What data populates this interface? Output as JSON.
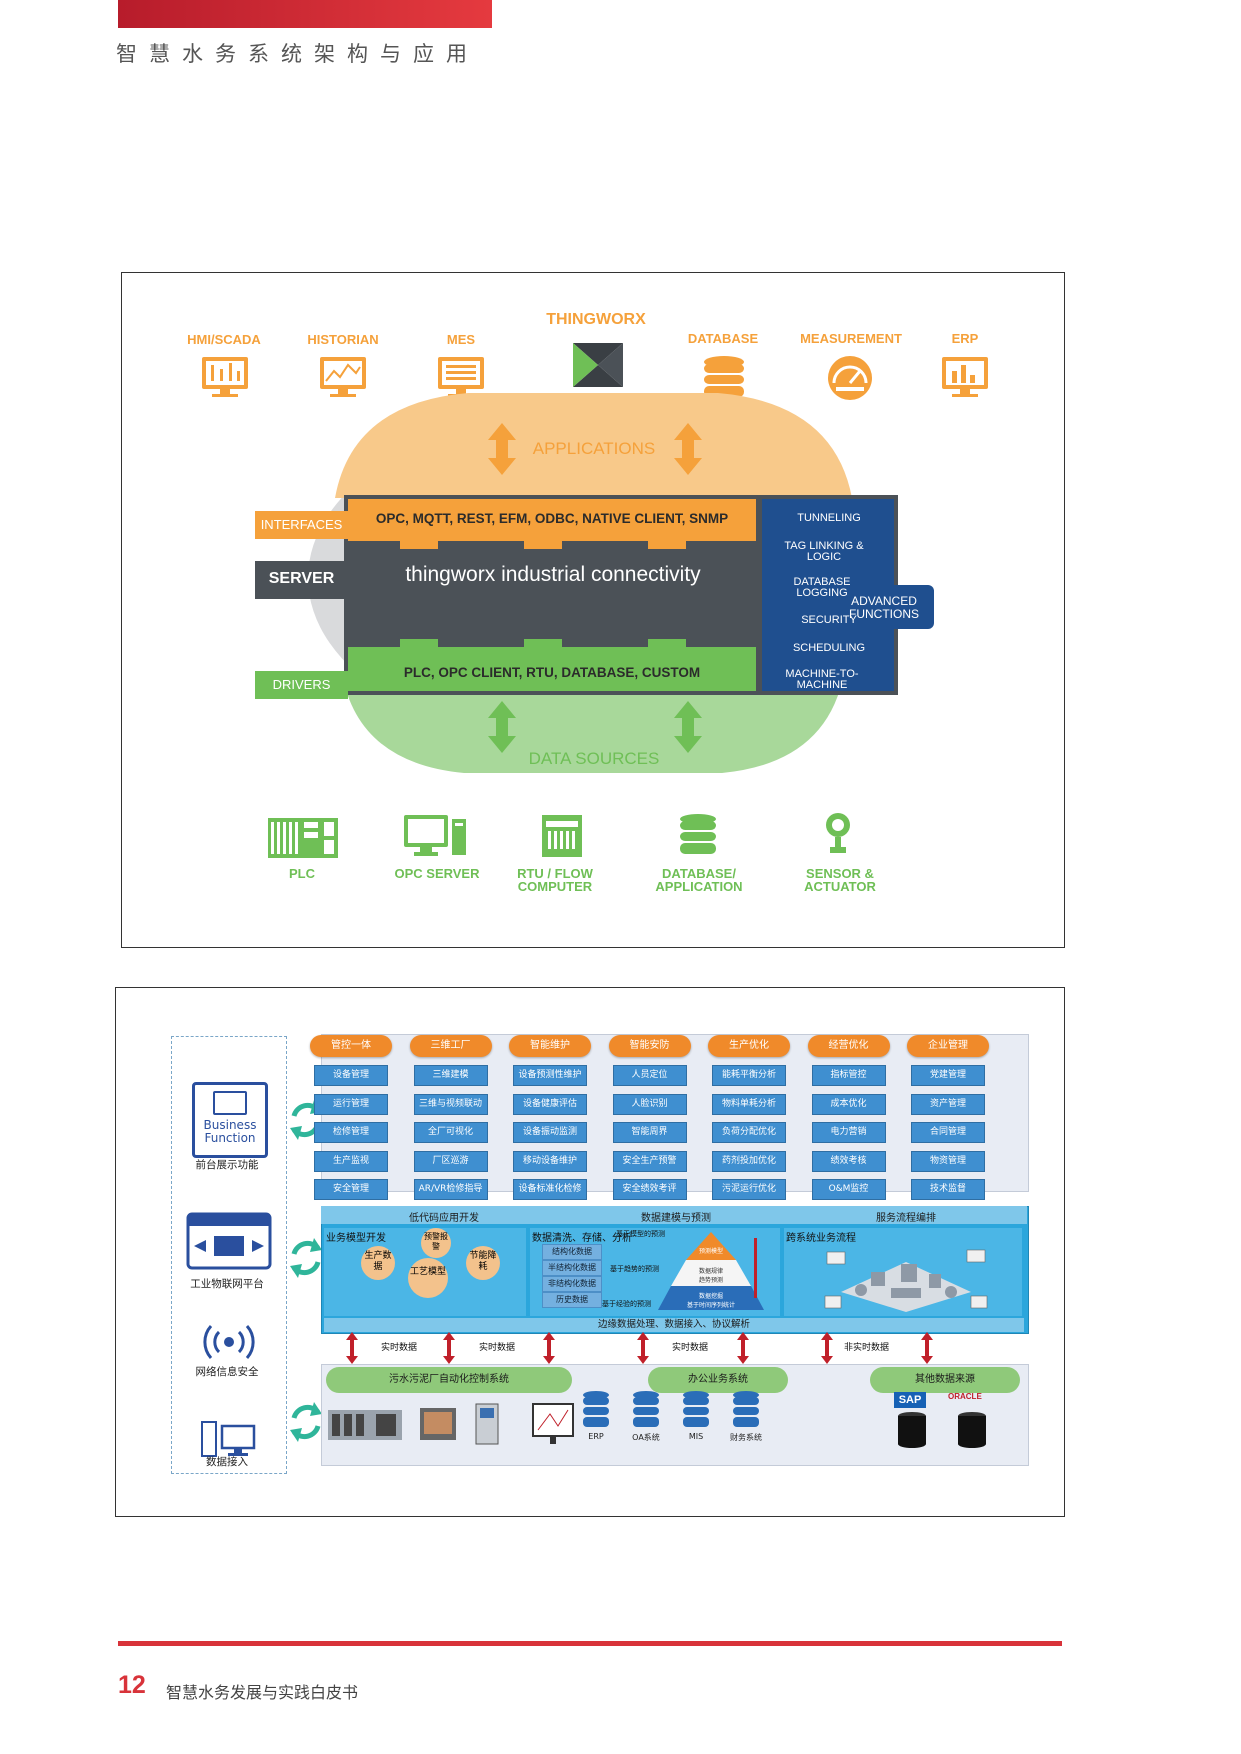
{
  "header": {
    "title": "智慧水务系统架构与应用"
  },
  "figure1": {
    "top_items": [
      {
        "label": "HMI/SCADA",
        "icon": "hmi-scada-icon"
      },
      {
        "label": "HISTORIAN",
        "icon": "historian-icon"
      },
      {
        "label": "MES",
        "icon": "mes-icon"
      },
      {
        "label": "THINGWORX",
        "icon": "thingworx-logo"
      },
      {
        "label": "DATABASE",
        "icon": "database-icon"
      },
      {
        "label": "MEASUREMENT",
        "icon": "measurement-icon"
      },
      {
        "label": "ERP",
        "icon": "erp-icon"
      }
    ],
    "applications": "APPLICATIONS",
    "interfaces_tag": "INTERFACES",
    "interfaces_text": "OPC, MQTT, REST, EFM, ODBC, NATIVE CLIENT, SNMP",
    "server_tag": "SERVER",
    "server_brand": "thingworx",
    "server_text": "industrial connectivity",
    "drivers_tag": "DRIVERS",
    "drivers_text": "PLC, OPC CLIENT, RTU, DATABASE, CUSTOM",
    "advanced_items": [
      "TUNNELING",
      "TAG LINKING & LOGIC",
      "DATABASE LOGGING",
      "SECURITY",
      "SCHEDULING",
      "MACHINE-TO-MACHINE"
    ],
    "advanced_tag": "ADVANCED FUNCTIONS",
    "data_sources": "DATA SOURCES",
    "bottom_items": [
      {
        "label": "PLC",
        "icon": "plc-icon"
      },
      {
        "label": "OPC SERVER",
        "icon": "opc-server-icon"
      },
      {
        "label": "RTU / FLOW COMPUTER",
        "icon": "rtu-icon"
      },
      {
        "label": "DATABASE/ APPLICATION",
        "icon": "database-app-icon"
      },
      {
        "label": "SENSOR & ACTUATOR",
        "icon": "sensor-icon"
      }
    ],
    "colors": {
      "orange": "#f5a13b",
      "gray": "#4b5157",
      "green": "#6fbf56",
      "blue": "#1f4f8f"
    }
  },
  "figure2": {
    "left_items": [
      {
        "label": "前台展示功能",
        "badge1": "Business",
        "badge2": "Function"
      },
      {
        "label": "工业物联网平台"
      },
      {
        "label": "网络信息安全"
      },
      {
        "label": "数据接入"
      }
    ],
    "columns": [
      {
        "title": "管控一体",
        "cells": [
          "设备管理",
          "运行管理",
          "检修管理",
          "生产监视",
          "安全管理"
        ]
      },
      {
        "title": "三维工厂",
        "cells": [
          "三维建模",
          "三维与视频联动",
          "全厂可视化",
          "厂区巡游",
          "AR/VR检修指导"
        ]
      },
      {
        "title": "智能维护",
        "cells": [
          "设备预测性维护",
          "设备健康评估",
          "设备振动监测",
          "移动设备维护",
          "设备标准化检修"
        ]
      },
      {
        "title": "智能安防",
        "cells": [
          "人员定位",
          "人脸识别",
          "智能周界",
          "安全生产预警",
          "安全绩效考评"
        ]
      },
      {
        "title": "生产优化",
        "cells": [
          "能耗平衡分析",
          "物料单耗分析",
          "负荷分配优化",
          "药剂投加优化",
          "污泥运行优化"
        ]
      },
      {
        "title": "经营优化",
        "cells": [
          "指标管控",
          "成本优化",
          "电力营销",
          "绩效考核",
          "O&M监控"
        ]
      },
      {
        "title": "企业管理",
        "cells": [
          "党建管理",
          "资产管理",
          "合同管理",
          "物资管理",
          "技术监督"
        ]
      }
    ],
    "platform": {
      "lowcode": "低代码应用开发",
      "modeling": "数据建模与预测",
      "service": "服务流程编排",
      "biz_model": "业务模型开发",
      "clean": "数据清洗、存储、分析",
      "clean_items": [
        "结构化数据",
        "半结构化数据",
        "非结构化数据",
        "历史数据"
      ],
      "pyramid_left": [
        "基于模型的预测",
        "基于趋势的预测",
        "基于经验的预测"
      ],
      "pyramid_inside": [
        "预测模型",
        "数据规律\n趋势预测",
        "数据挖掘\n基于时间序列统计"
      ],
      "cross": "跨系统业务流程",
      "gears": [
        "生产数据",
        "工艺模型",
        "节能降耗",
        "预警报警"
      ],
      "edge": "边缘数据处理、数据接入、协议解析"
    },
    "realtime_labels": [
      "实时数据",
      "实时数据",
      "实时数据",
      "非实时数据"
    ],
    "sources": {
      "wastewater": "污水污泥厂自动化控制系统",
      "office": "办公业务系统",
      "other": "其他数据来源",
      "office_items": [
        "ERP",
        "OA系统",
        "MIS",
        "财务系统"
      ],
      "brands": [
        "SAP",
        "ORACLE"
      ]
    }
  },
  "footer": {
    "page": "12",
    "title": "智慧水务发展与实践白皮书"
  }
}
